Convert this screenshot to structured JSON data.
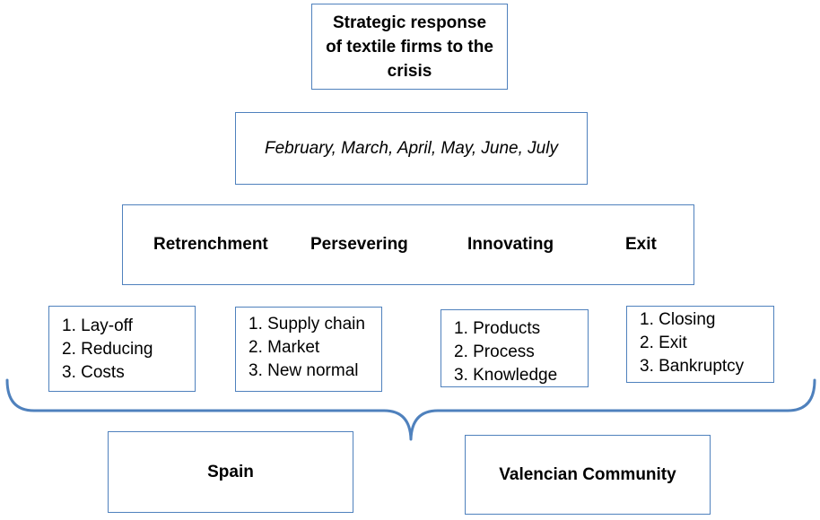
{
  "title": "Strategic response of textile firms to the crisis",
  "months": "February, March, April, May, June, July",
  "strategies": [
    "Retrenchment",
    "Persevering",
    "Innovating",
    "Exit"
  ],
  "lists": [
    [
      "1. Lay-off",
      "2. Reducing",
      "3. Costs"
    ],
    [
      "1. Supply chain",
      "2. Market",
      "3.  New normal"
    ],
    [
      "1. Products",
      "2. Process",
      "3. Knowledge"
    ],
    [
      "1. Closing",
      "2. Exit",
      "3. Bankruptcy"
    ]
  ],
  "regions": [
    "Spain",
    "Valencian Community"
  ],
  "colors": {
    "border": "#4f81bd",
    "brace": "#4f81bd"
  },
  "icons": {
    "brace": "curly-brace-icon"
  }
}
